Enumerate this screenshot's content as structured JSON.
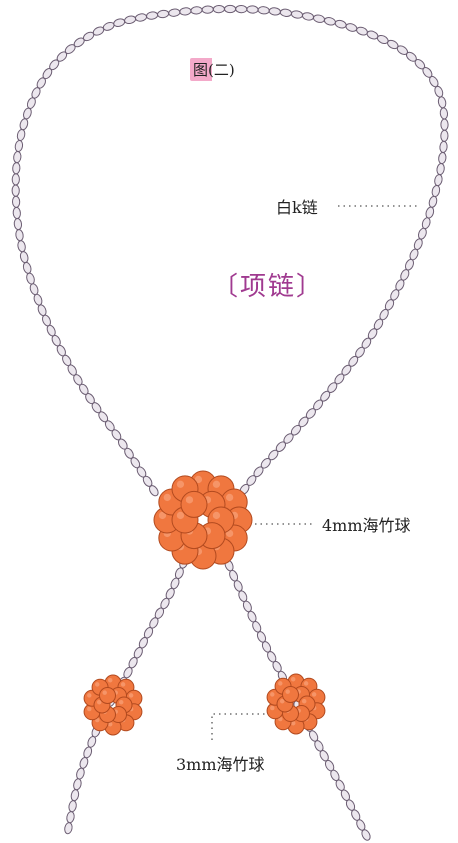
{
  "figure_label": "图(二)",
  "title": "〔项链〕",
  "labels": {
    "chain": "白k链",
    "large_bead": "4mm海竹球",
    "small_bead": "3mm海竹球"
  },
  "colors": {
    "chain_bead_fill": "#ece7ee",
    "chain_bead_stroke": "#6b5d72",
    "coral_fill": "#f0773f",
    "coral_stroke": "#b24a1f",
    "title_color": "#a03a90",
    "figure_label_highlight": "#f3a9c9"
  }
}
